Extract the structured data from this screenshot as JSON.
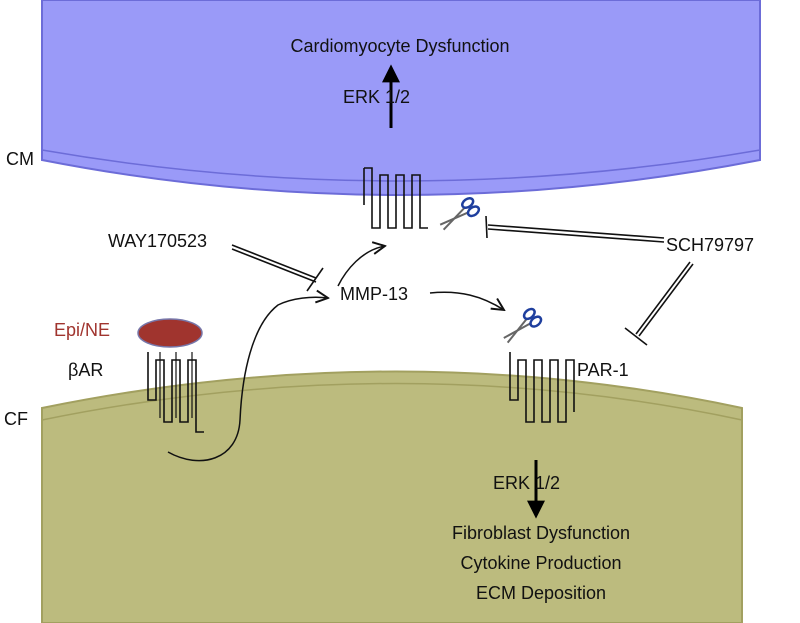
{
  "labels": {
    "cm_title": "Cardiomyocyte Dysfunction",
    "erk_top": "ERK 1/2",
    "cm": "CM",
    "way": "WAY170523",
    "mmp13": "MMP-13",
    "sch": "SCH79797",
    "epi": "Epi/NE",
    "bar": "βAR",
    "cf": "CF",
    "par1": "PAR-1",
    "erk_bottom": "ERK 1/2",
    "outcome1": "Fibroblast Dysfunction",
    "outcome2": "Cytokine Production",
    "outcome3": "ECM Deposition"
  },
  "colors": {
    "cardiomyocyte_fill": "#9a9af8",
    "cardiomyocyte_edge": "#6c6cd8",
    "fibroblast_fill": "#bcbb7e",
    "fibroblast_edge": "#a2a060",
    "ligand": "#a0342e",
    "epi_label": "#a0342e",
    "scissor_handle": "#1f3f9e"
  },
  "icons": [
    "receptor-icon",
    "scissors-icon",
    "ligand-icon"
  ]
}
